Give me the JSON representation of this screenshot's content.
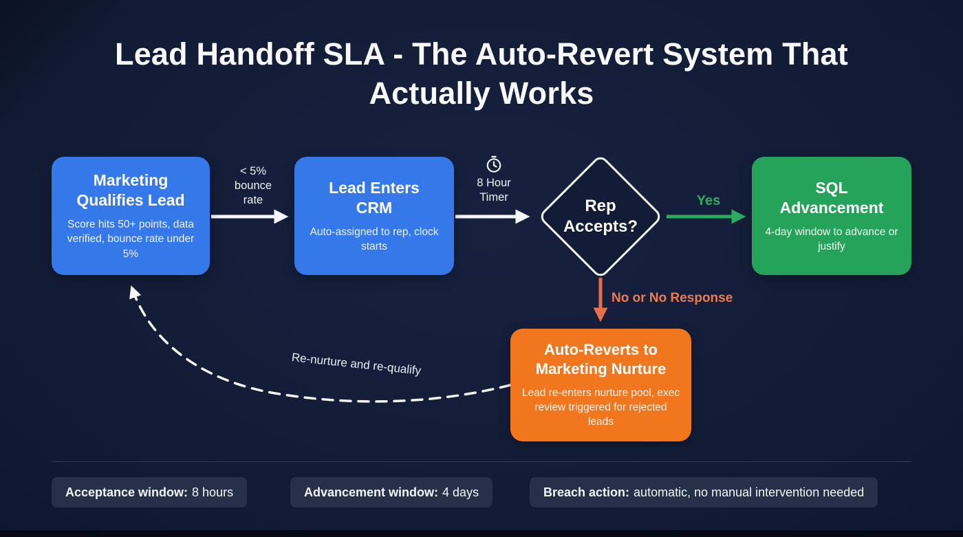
{
  "title": "Lead Handoff SLA - The Auto-Revert System That Actually Works",
  "nodes": {
    "mql": {
      "title": "Marketing\nQualifies Lead",
      "subtitle": "Score hits 50+ points, data verified, bounce rate under 5%"
    },
    "crm": {
      "title": "Lead Enters\nCRM",
      "subtitle": "Auto-assigned to rep, clock starts"
    },
    "decision": {
      "title": "Rep\nAccepts?"
    },
    "sql": {
      "title": "SQL\nAdvancement",
      "subtitle": "4-day window to advance or justify"
    },
    "revert": {
      "title": "Auto-Reverts to\nMarketing Nurture",
      "subtitle": "Lead re-enters nurture pool, exec review triggered for rejected leads"
    }
  },
  "edges": {
    "bounce_label": "< 5%\nbounce\nrate",
    "timer_label": "8 Hour\nTimer",
    "yes_label": "Yes",
    "no_label": "No or No Response",
    "renurture_label": "Re-nurture and re-qualify"
  },
  "footer": {
    "badges": [
      {
        "label": "Acceptance window:",
        "value": "8 hours"
      },
      {
        "label": "Advancement window:",
        "value": "4 days"
      },
      {
        "label": "Breach action:",
        "value": "automatic, no manual intervention needed"
      }
    ]
  },
  "colors": {
    "bg": "#131c36",
    "node-blue": "#3578e9",
    "node-green": "#25a35a",
    "node-orange": "#f2761e",
    "edge-white": "#f5f7fb",
    "edge-green": "#2bab5e",
    "edge-orange": "#e66e4a",
    "label-orange": "#ee7b50",
    "yes-green": "#2fab62",
    "badge-bg": "#273049",
    "divider": "#47506a"
  }
}
